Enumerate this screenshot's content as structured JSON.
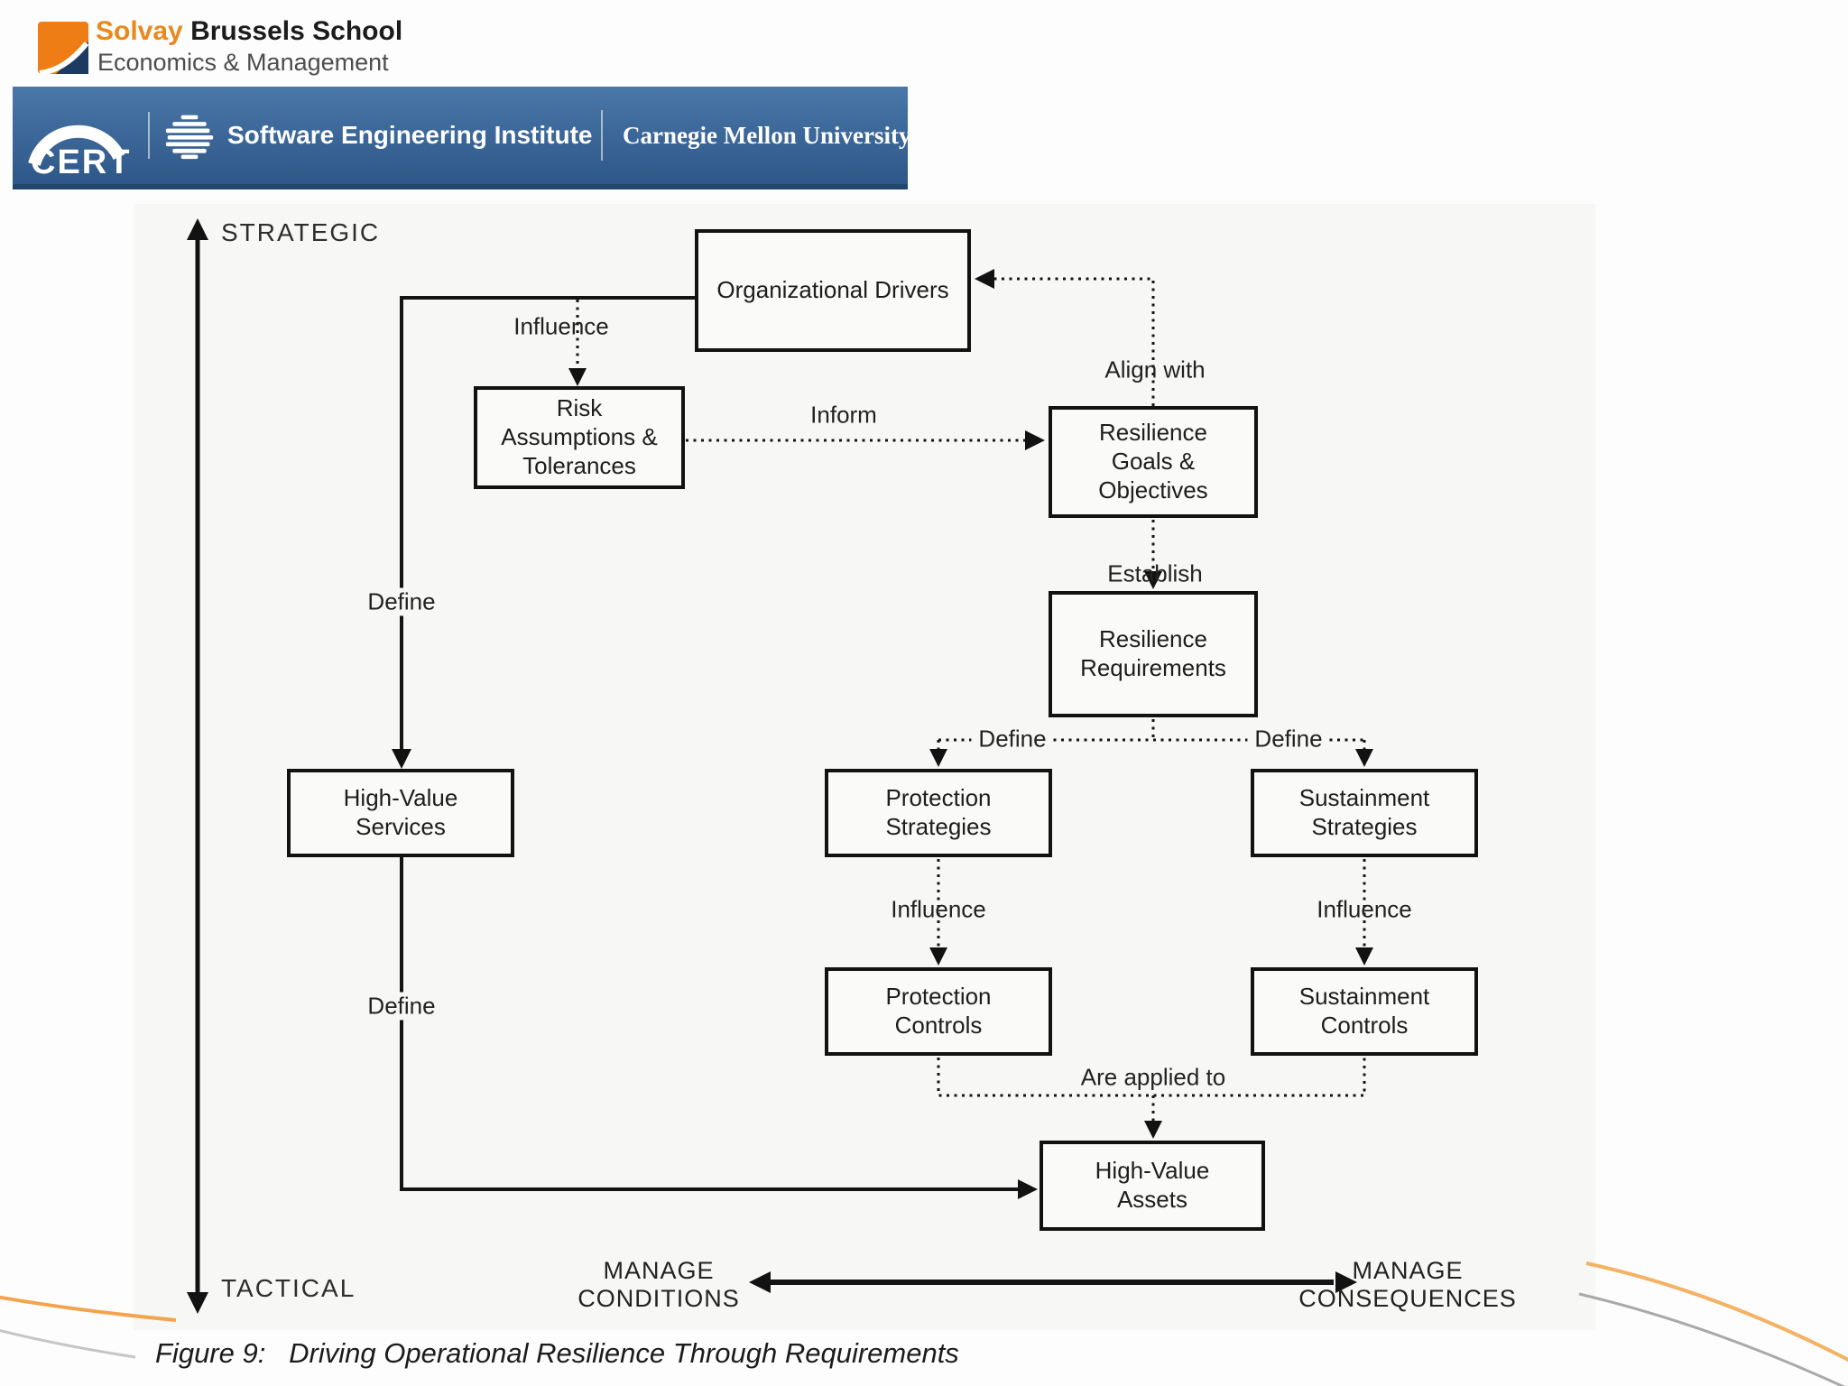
{
  "header": {
    "solvay": {
      "brand_primary": "Solvay",
      "brand_secondary": " Brussels School",
      "subtitle": "Economics & Management",
      "orange": "#ee7d15",
      "navy": "#1d3a63"
    },
    "banner": {
      "cert_label": "CERT",
      "sei_label": "Software Engineering Institute",
      "cmu_label": "Carnegie Mellon University",
      "bg_top": "#4a77a9",
      "bg_bottom": "#2d5787"
    }
  },
  "diagram": {
    "axis_top_label": "STRATEGIC",
    "axis_bottom_label": "TACTICAL",
    "boxes": {
      "organizational_drivers": "Organizational Drivers",
      "risk_assumptions": "Risk\nAssumptions &\nTolerances",
      "resilience_goals": "Resilience\nGoals &\nObjectives",
      "resilience_requirements": "Resilience\nRequirements",
      "high_value_services": "High-Value\nServices",
      "protection_strategies": "Protection\nStrategies",
      "sustainment_strategies": "Sustainment\nStrategies",
      "protection_controls": "Protection\nControls",
      "sustainment_controls": "Sustainment\nControls",
      "high_value_assets": "High-Value\nAssets"
    },
    "edge_labels": {
      "influence_drivers": "Influence",
      "align_with": "Align with",
      "inform": "Inform",
      "establish": "Establish",
      "define_services": "Define",
      "define_protection": "Define",
      "define_sustainment": "Define",
      "define_assets": "Define",
      "influence_protection": "Influence",
      "influence_sustainment": "Influence",
      "are_applied_to": "Are applied to"
    },
    "bottom_axis": {
      "left_label": "MANAGE\nCONDITIONS",
      "right_label": "MANAGE\nCONSEQUENCES"
    },
    "caption": "Figure 9:   Driving Operational Resilience Through Requirements"
  }
}
